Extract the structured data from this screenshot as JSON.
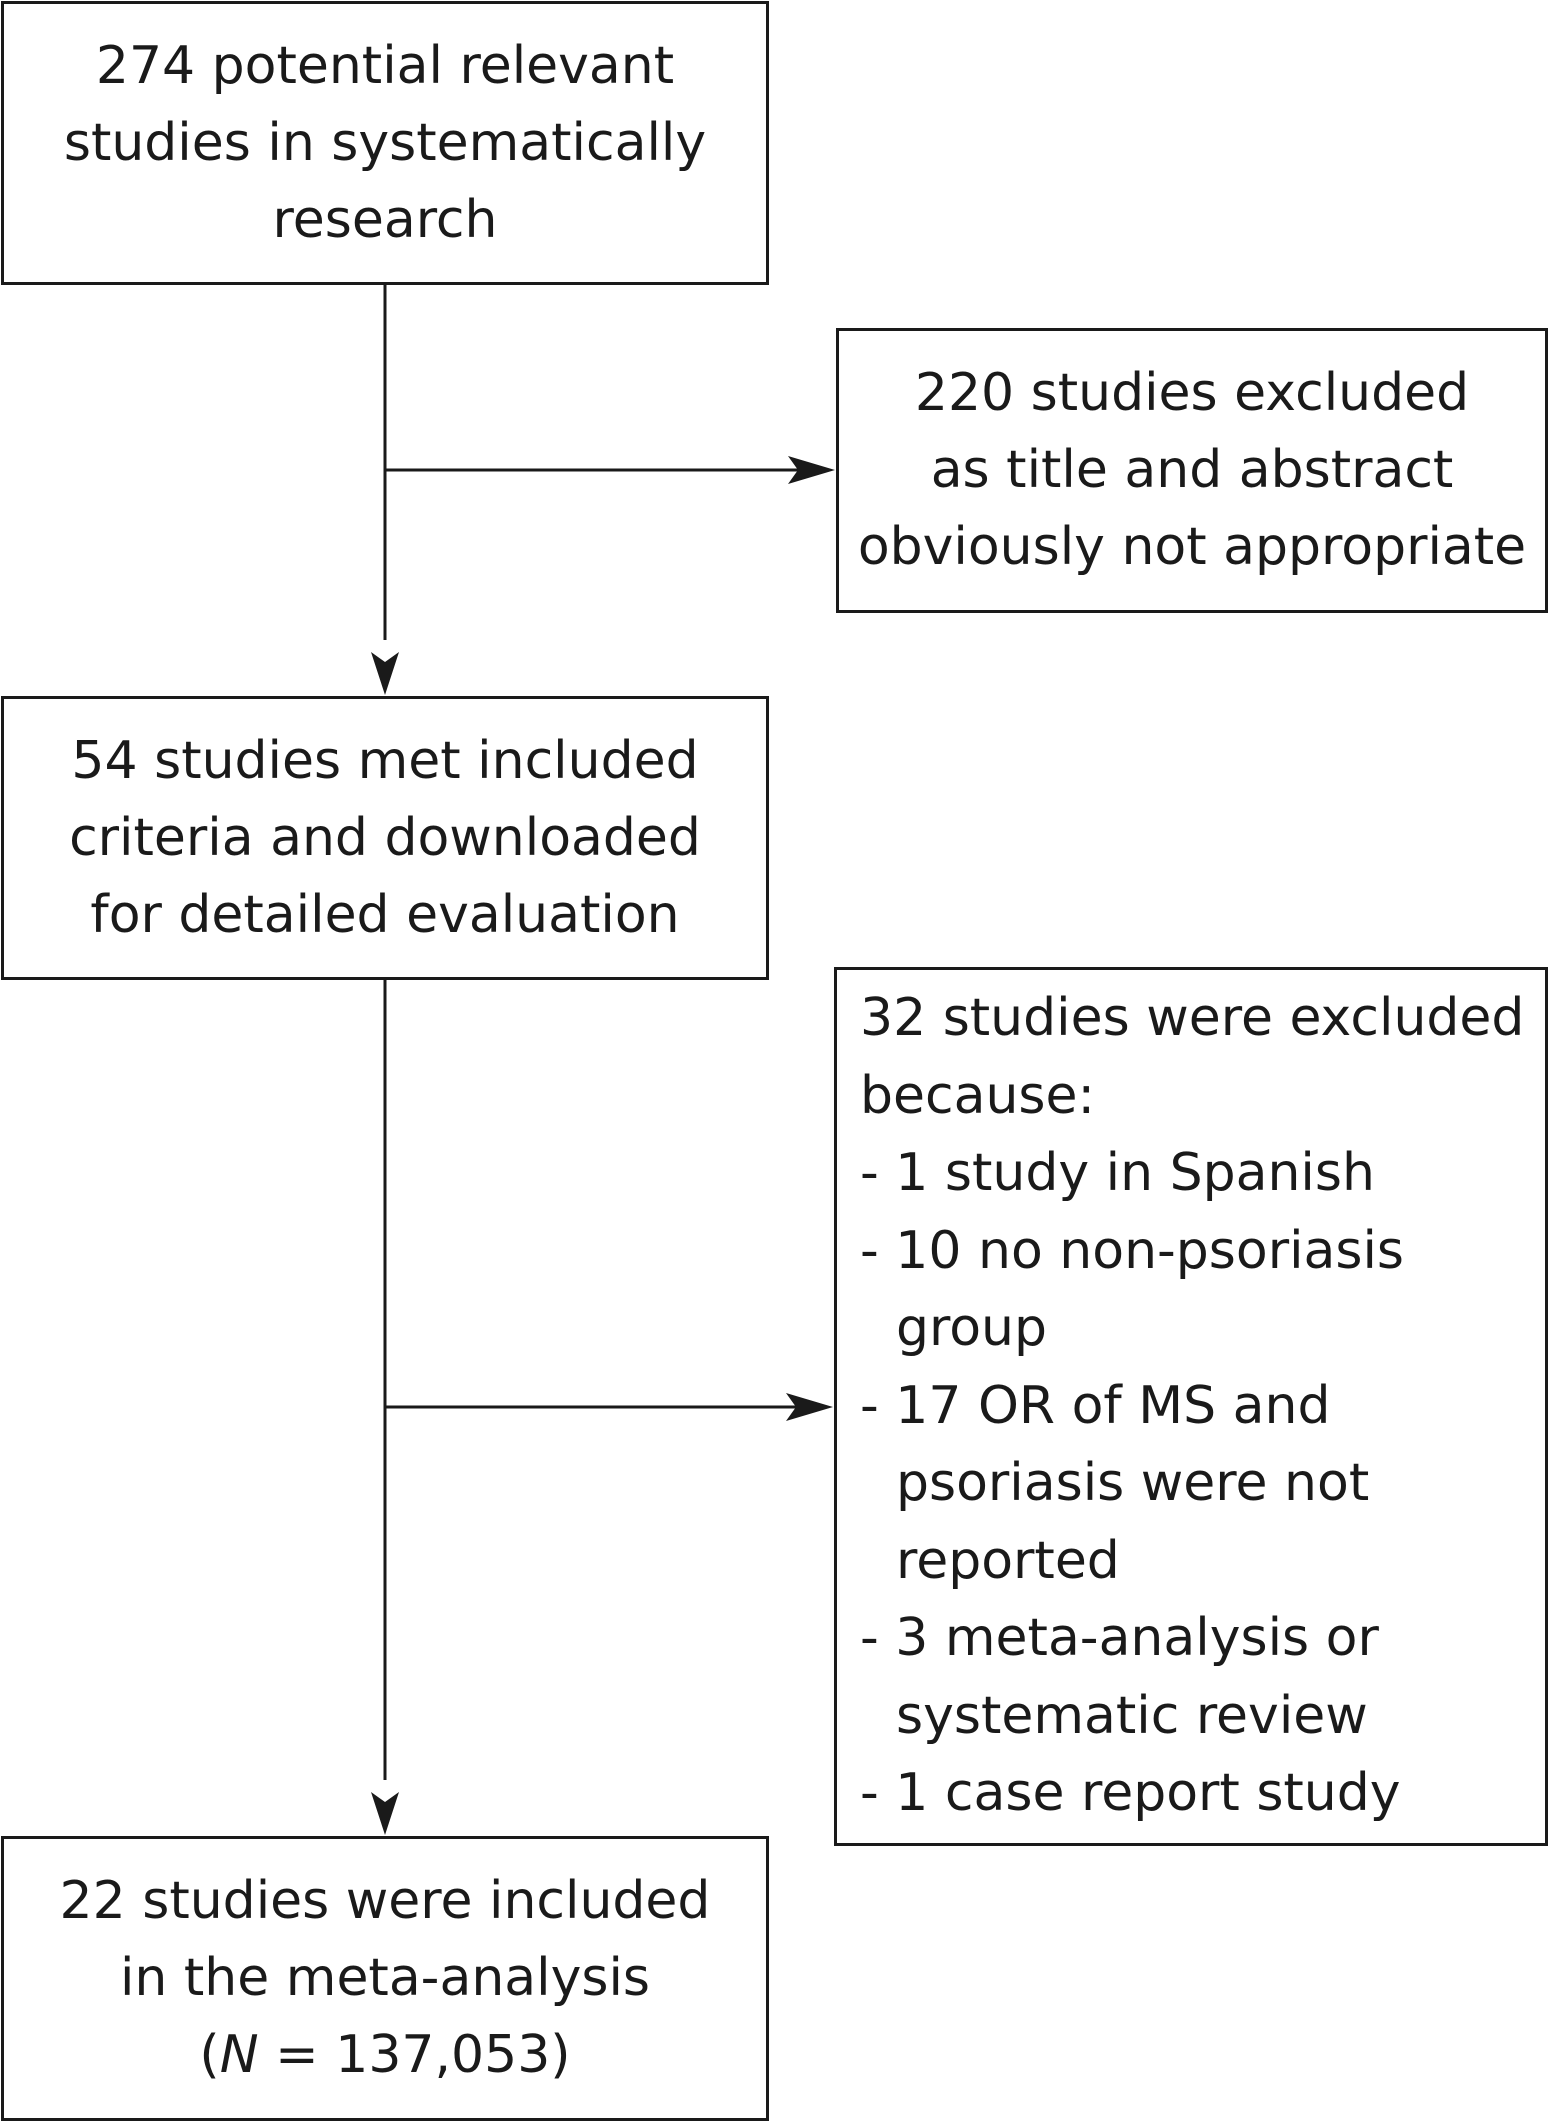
{
  "boxes": {
    "identified": {
      "lines": [
        "274 potential relevant",
        "studies in systematically",
        "research"
      ]
    },
    "excluded_title": {
      "lines": [
        "220 studies excluded",
        "as title and abstract",
        "obviously not appropriate"
      ]
    },
    "eligible": {
      "lines": [
        "54 studies met included",
        "criteria and downloaded",
        "for detailed evaluation"
      ]
    },
    "excluded_full": {
      "heading": [
        "32 studies were excluded",
        "because:"
      ],
      "reasons": [
        "- 1 study in Spanish",
        "- 10 no non-psoriasis",
        "group",
        "- 17 OR of MS and",
        "psoriasis were not",
        "reported",
        "- 3 meta-analysis or",
        "systematic review",
        "- 1 case report study"
      ]
    },
    "included": {
      "lines": [
        "22 studies were included",
        "in the meta-analysis"
      ],
      "n_open": "(",
      "n_symbol": "N",
      "n_value": " = 137,053)"
    }
  }
}
